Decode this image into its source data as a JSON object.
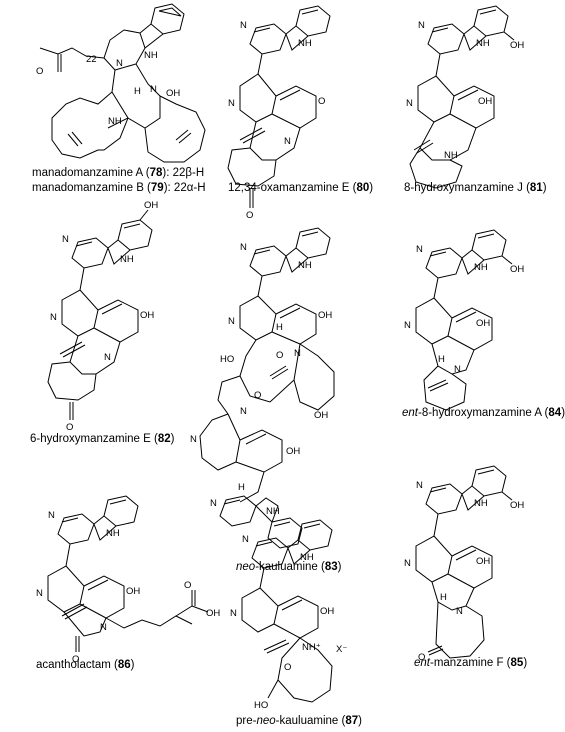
{
  "compounds": [
    {
      "id": "c78",
      "pre": "manadomanzamine A (",
      "num": "78",
      "post": "): 22β-H"
    },
    {
      "id": "c79",
      "pre": "manadomanzamine B (",
      "num": "79",
      "post": "): 22α-H"
    },
    {
      "id": "c80",
      "pre": "12,34-oxamanzamine E (",
      "num": "80",
      "post": ")"
    },
    {
      "id": "c81",
      "pre": "8-hydroxymanzamine J  (",
      "num": "81",
      "post": ")"
    },
    {
      "id": "c82",
      "pre": "6-hydroxymanzamine E (",
      "num": "82",
      "post": ")"
    },
    {
      "id": "c83",
      "ital": "neo",
      "pre": "-kauluamine (",
      "num": "83",
      "post": ")"
    },
    {
      "id": "c84",
      "ital": "ent",
      "pre": "-8-hydroxymanzamine A (",
      "num": "84",
      "post": ")"
    },
    {
      "id": "c86",
      "pre": "acantholactam (",
      "num": "86",
      "post": ")"
    },
    {
      "id": "c85",
      "ital": "ent",
      "pre": "-manzamine F (",
      "num": "85",
      "post": ")"
    },
    {
      "id": "c87",
      "pre": "pre-",
      "ital": "neo",
      "pre2": "-kauluamine (",
      "num": "87",
      "post": ")"
    }
  ],
  "atoms": {
    "N": "N",
    "NH": "NH",
    "H": "H",
    "OH": "OH",
    "HO": "HO",
    "O": "O",
    "NH_plus": "NH⁺",
    "X_minus": "X⁻",
    "label22": "22"
  }
}
